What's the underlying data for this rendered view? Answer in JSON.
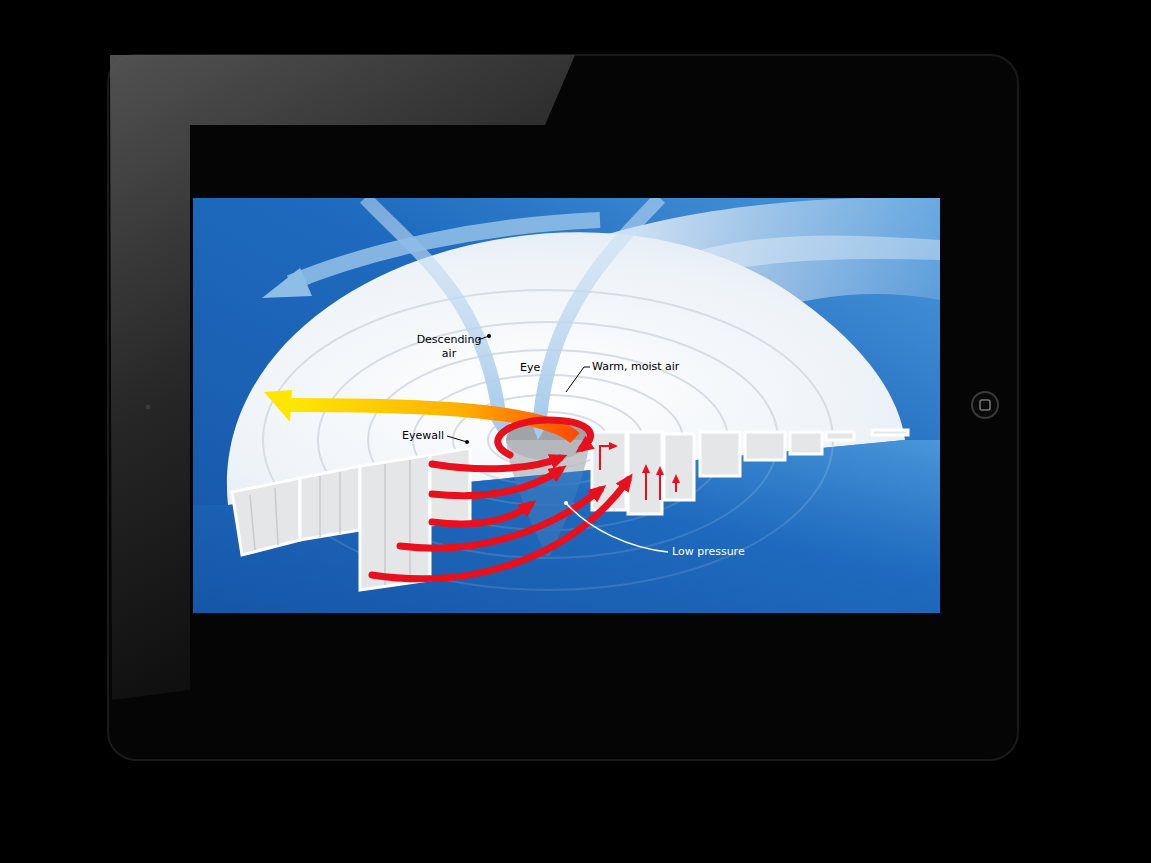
{
  "diagram": {
    "labels": [
      "Descending air",
      "Eye",
      "Warm, moist air",
      "Eyewall",
      "Low pressure"
    ]
  }
}
